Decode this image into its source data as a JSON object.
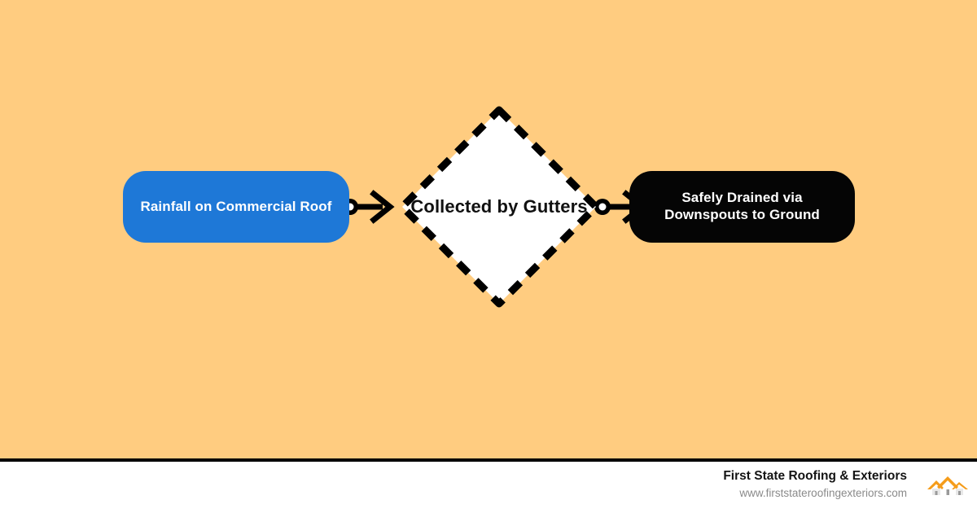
{
  "theme": {
    "background": "#ffcc80",
    "footer_background": "#ffffff",
    "divider": "#000000",
    "start_node": "#1e78d7",
    "end_node": "#050505",
    "mid_node_fill": "#ffffff",
    "mid_node_stroke": "#000000",
    "connector": "#000000",
    "brand_name_color": "#141414",
    "brand_url_color": "#8a8a8a",
    "logo_color": "#f59c1a"
  },
  "diagram": {
    "type": "process-flow",
    "orientation": "horizontal",
    "nodes": [
      {
        "id": "start",
        "label": "Rainfall on Commercial Roof",
        "shape": "rounded-rectangle",
        "fill": "#1e78d7",
        "text_color": "#ffffff"
      },
      {
        "id": "middle",
        "label": "Collected by Gutters",
        "shape": "diamond",
        "fill": "#ffffff",
        "stroke": "#000000",
        "stroke_style": "dashed",
        "text_color": "#111111"
      },
      {
        "id": "end",
        "label": "Safely Drained via Downspouts to Ground",
        "shape": "rounded-rectangle",
        "fill": "#050505",
        "text_color": "#ffffff"
      }
    ],
    "connectors": [
      {
        "id": "c1",
        "from": "start",
        "to": "middle",
        "start_marker": "circle",
        "end_marker": "open-arrow"
      },
      {
        "id": "c2",
        "from": "middle",
        "to": "end",
        "start_marker": "circle",
        "end_marker": "open-arrow"
      }
    ]
  },
  "footer": {
    "brand_name": "First State Roofing & Exteriors",
    "website": "www.firststateroofingexteriors.com",
    "logo_icon": "roof-houses-icon"
  }
}
